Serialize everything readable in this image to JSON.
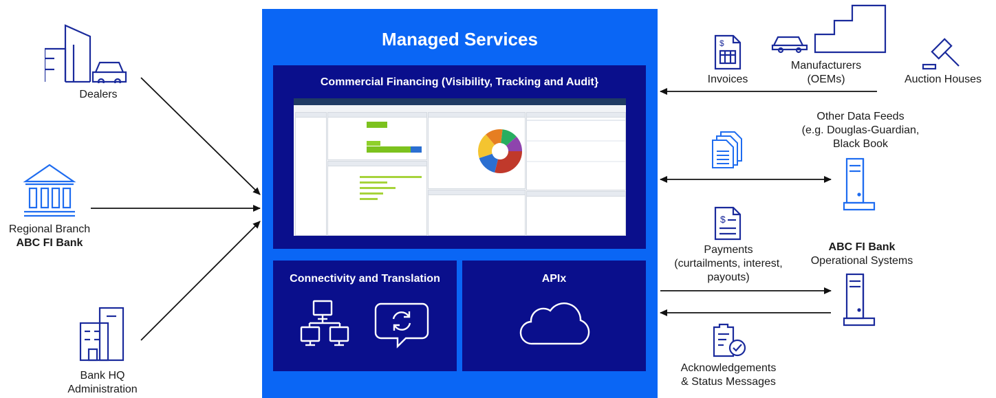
{
  "managed_services": {
    "title": "Managed Services",
    "commercial_financing": {
      "title": "Commercial Financing (Visibility, Tracking and Audit}"
    },
    "connectivity": {
      "title": "Connectivity and Translation"
    },
    "apix": {
      "title": "APIx"
    }
  },
  "left": {
    "dealers": "Dealers",
    "regional_branch_line1": "Regional Branch",
    "regional_branch_line2": "ABC FI Bank",
    "bank_hq_line1": "Bank HQ",
    "bank_hq_line2": "Administration"
  },
  "right": {
    "invoices": "Invoices",
    "manufacturers_line1": "Manufacturers",
    "manufacturers_line2": "(OEMs)",
    "auction_houses": "Auction Houses",
    "other_feeds_line1": "Other Data Feeds",
    "other_feeds_line2": "(e.g. Douglas-Guardian,",
    "other_feeds_line3": "Black Book",
    "payments_line1": "Payments",
    "payments_line2": "(curtailments, interest,",
    "payments_line3": "payouts)",
    "abc_bank_line1": "ABC FI Bank",
    "abc_bank_line2": "Operational Systems",
    "ack_line1": "Acknowledgements",
    "ack_line2": "& Status Messages"
  },
  "colors": {
    "blue": "#0a66f5",
    "navy": "#0a0f8c",
    "icon": "#1a2a9c",
    "icon_light": "#1e6cf0"
  }
}
